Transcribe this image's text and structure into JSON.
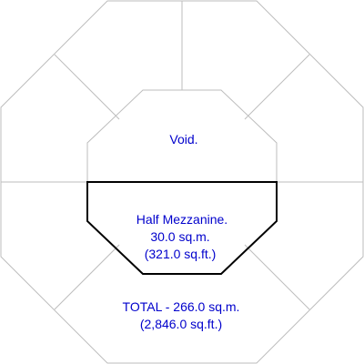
{
  "labels": {
    "void": "Void.",
    "mezzanine_title": "Half Mezzanine.",
    "mezzanine_area_sqm": "30.0 sq.m.",
    "mezzanine_area_sqft": "(321.0 sq.ft.)",
    "total_area_sqm": "TOTAL - 266.0 sq.m.",
    "total_area_sqft": "(2,846.0 sq.ft.)"
  },
  "colors": {
    "label_text": "#0000cc",
    "thin_lines": "#bdbdbd",
    "mezzanine_outline": "#000000",
    "background": "#ffffff"
  }
}
